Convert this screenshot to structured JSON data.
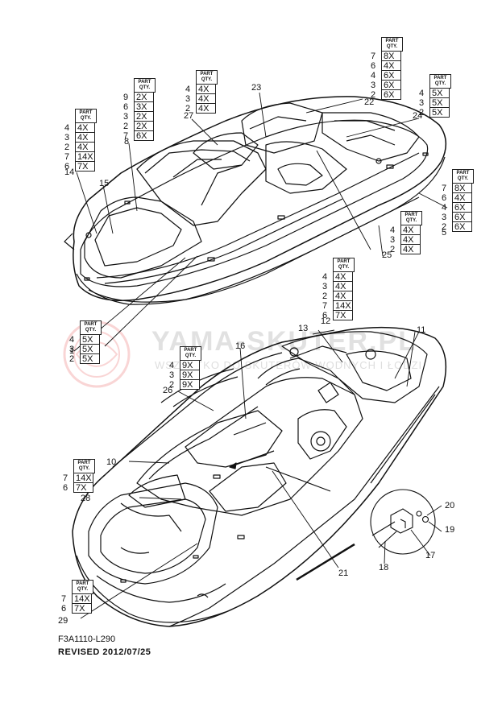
{
  "diagram": {
    "watermark": {
      "main": "YAMA-SKUTER.PL",
      "sub": "WSZYSTKO DO SKUTERÓW WODNYCH I ŁODZI"
    },
    "footer": {
      "code": "F3A1110-L290",
      "revised": "REVISED 2012/07/25"
    },
    "qty_header": "PART QTY.",
    "callouts": [
      "1",
      "5",
      "8",
      "10",
      "11",
      "12",
      "13",
      "14",
      "15",
      "16",
      "17",
      "18",
      "19",
      "20",
      "21",
      "22",
      "23",
      "24",
      "25",
      "26",
      "27",
      "28",
      "29"
    ],
    "qty_tables": [
      {
        "id": "t-top-right",
        "rows": [
          {
            "n": "7",
            "q": "8X"
          },
          {
            "n": "6",
            "q": "4X"
          },
          {
            "n": "4",
            "q": "6X"
          },
          {
            "n": "3",
            "q": "6X"
          },
          {
            "n": "2",
            "q": "6X"
          }
        ]
      },
      {
        "id": "t-far-right",
        "rows": [
          {
            "n": "4",
            "q": "5X"
          },
          {
            "n": "3",
            "q": "5X"
          },
          {
            "n": "2",
            "q": "5X"
          }
        ]
      },
      {
        "id": "t-mid-top",
        "rows": [
          {
            "n": "4",
            "q": "4X"
          },
          {
            "n": "3",
            "q": "4X"
          },
          {
            "n": "2",
            "q": "4X"
          }
        ]
      },
      {
        "id": "t-left-upper",
        "rows": [
          {
            "n": "9",
            "q": "2X"
          },
          {
            "n": "6",
            "q": "3X"
          },
          {
            "n": "3",
            "q": "2X"
          },
          {
            "n": "2",
            "q": "2X"
          },
          {
            "n": "7",
            "q": "6X"
          }
        ]
      },
      {
        "id": "t-left-top",
        "rows": [
          {
            "n": "4",
            "q": "4X"
          },
          {
            "n": "3",
            "q": "4X"
          },
          {
            "n": "2",
            "q": "4X"
          },
          {
            "n": "7",
            "q": "14X"
          },
          {
            "n": "6",
            "q": "7X"
          }
        ]
      },
      {
        "id": "t-right-mid",
        "rows": [
          {
            "n": "7",
            "q": "8X"
          },
          {
            "n": "6",
            "q": "4X"
          },
          {
            "n": "4",
            "q": "6X"
          },
          {
            "n": "3",
            "q": "6X"
          },
          {
            "n": "2",
            "q": "6X"
          }
        ]
      },
      {
        "id": "t-center-mid",
        "rows": [
          {
            "n": "4",
            "q": "4X"
          },
          {
            "n": "3",
            "q": "4X"
          },
          {
            "n": "2",
            "q": "4X"
          }
        ]
      },
      {
        "id": "t-center-lower",
        "rows": [
          {
            "n": "4",
            "q": "4X"
          },
          {
            "n": "3",
            "q": "4X"
          },
          {
            "n": "2",
            "q": "4X"
          },
          {
            "n": "7",
            "q": "14X"
          },
          {
            "n": "6",
            "q": "7X"
          }
        ]
      },
      {
        "id": "t-left-mid",
        "rows": [
          {
            "n": "4",
            "q": "5X"
          },
          {
            "n": "3",
            "q": "5X"
          },
          {
            "n": "2",
            "q": "5X"
          }
        ]
      },
      {
        "id": "t-mid-second",
        "rows": [
          {
            "n": "4",
            "q": "9X"
          },
          {
            "n": "3",
            "q": "9X"
          },
          {
            "n": "2",
            "q": "9X"
          }
        ]
      },
      {
        "id": "t-left-lower",
        "rows": [
          {
            "n": "7",
            "q": "14X"
          },
          {
            "n": "6",
            "q": "7X"
          }
        ]
      },
      {
        "id": "t-bottom-left",
        "rows": [
          {
            "n": "7",
            "q": "14X"
          },
          {
            "n": "6",
            "q": "7X"
          }
        ]
      }
    ]
  }
}
